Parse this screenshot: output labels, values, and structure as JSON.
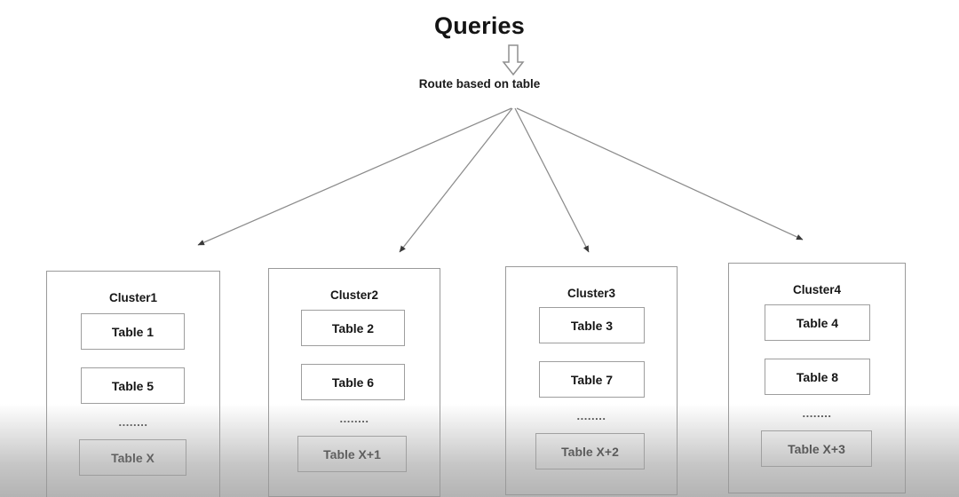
{
  "diagram": {
    "title": "Queries",
    "route_label": "Route based on table",
    "down_arrow_icon": "down-arrow-icon",
    "fan_arrow_icon": "arrow-line-icon",
    "ellipsis": "........",
    "colors": {
      "text": "#161616",
      "box_border": "#9a9a9a",
      "arrow": "#6f6f6f",
      "background": "#ffffff"
    },
    "clusters": [
      {
        "name": "Cluster1",
        "tables": [
          "Table 1",
          "Table 5",
          "Table X"
        ]
      },
      {
        "name": "Cluster2",
        "tables": [
          "Table 2",
          "Table 6",
          "Table X+1"
        ]
      },
      {
        "name": "Cluster3",
        "tables": [
          "Table 3",
          "Table 7",
          "Table X+2"
        ]
      },
      {
        "name": "Cluster4",
        "tables": [
          "Table 4",
          "Table 8",
          "Table X+3"
        ]
      }
    ]
  }
}
